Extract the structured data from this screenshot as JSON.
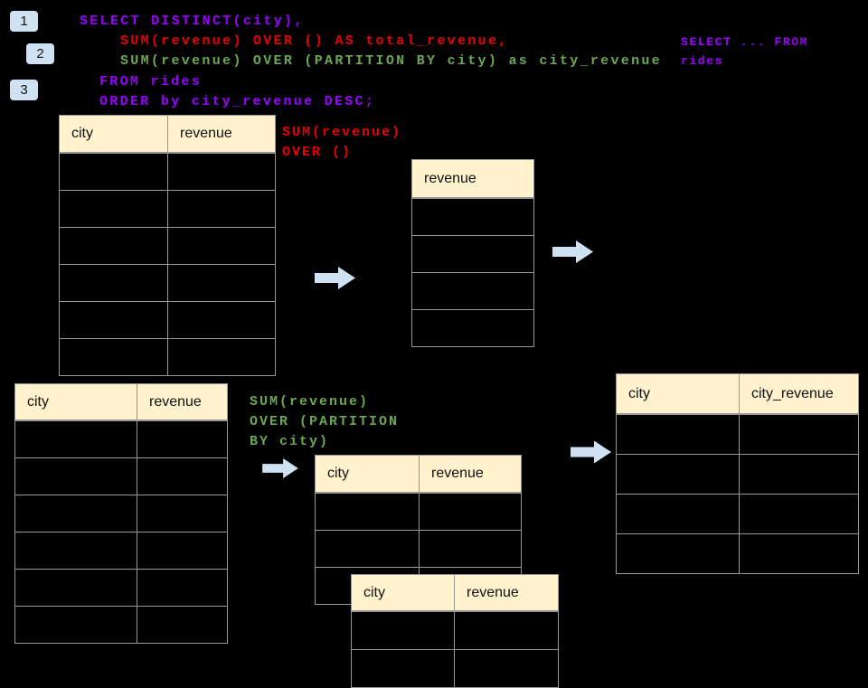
{
  "steps": {
    "badge1": "1",
    "badge2": "2",
    "badge3": "3"
  },
  "sql": {
    "select_line": "SELECT DISTINCT(city),",
    "total_line": "SUM(revenue) OVER () AS total_revenue,",
    "partition_line": "SUM(revenue) OVER (PARTITION BY city) as city_revenue",
    "from_line": "FROM rides",
    "order_line": "ORDER by city_revenue DESC;"
  },
  "side_note": {
    "line1": "SELECT ... FROM",
    "line2": "rides"
  },
  "annotation_total": {
    "line1": "SUM(revenue)",
    "line2": "OVER ()"
  },
  "annotation_partition": {
    "line1": "SUM(revenue)",
    "line2": "OVER (PARTITION",
    "line3": "BY city)"
  },
  "tables": {
    "source_top": {
      "col1": "city",
      "col2": "revenue",
      "rows": 6
    },
    "total_result": {
      "col1": "revenue",
      "rows": 4
    },
    "source_bottom": {
      "col1": "city",
      "col2": "revenue",
      "rows": 6
    },
    "partition_back": {
      "col1": "city",
      "col2": "revenue",
      "rows": 3
    },
    "partition_front": {
      "col1": "city",
      "col2": "revenue",
      "rows": 2
    },
    "final_result": {
      "col1": "city",
      "col2": "city_revenue",
      "rows": 4
    }
  },
  "icons": {
    "arrow": "right-arrow"
  },
  "colors": {
    "background": "#000000",
    "sql_purple": "#9900FF",
    "sql_red": "#E80000",
    "sql_green": "#6AA84F",
    "table_header_bg": "#FFF2CC",
    "table_border": "#979797",
    "arrow_blue": "#CFE2F3",
    "badge_bg": "#CFE2F3"
  }
}
